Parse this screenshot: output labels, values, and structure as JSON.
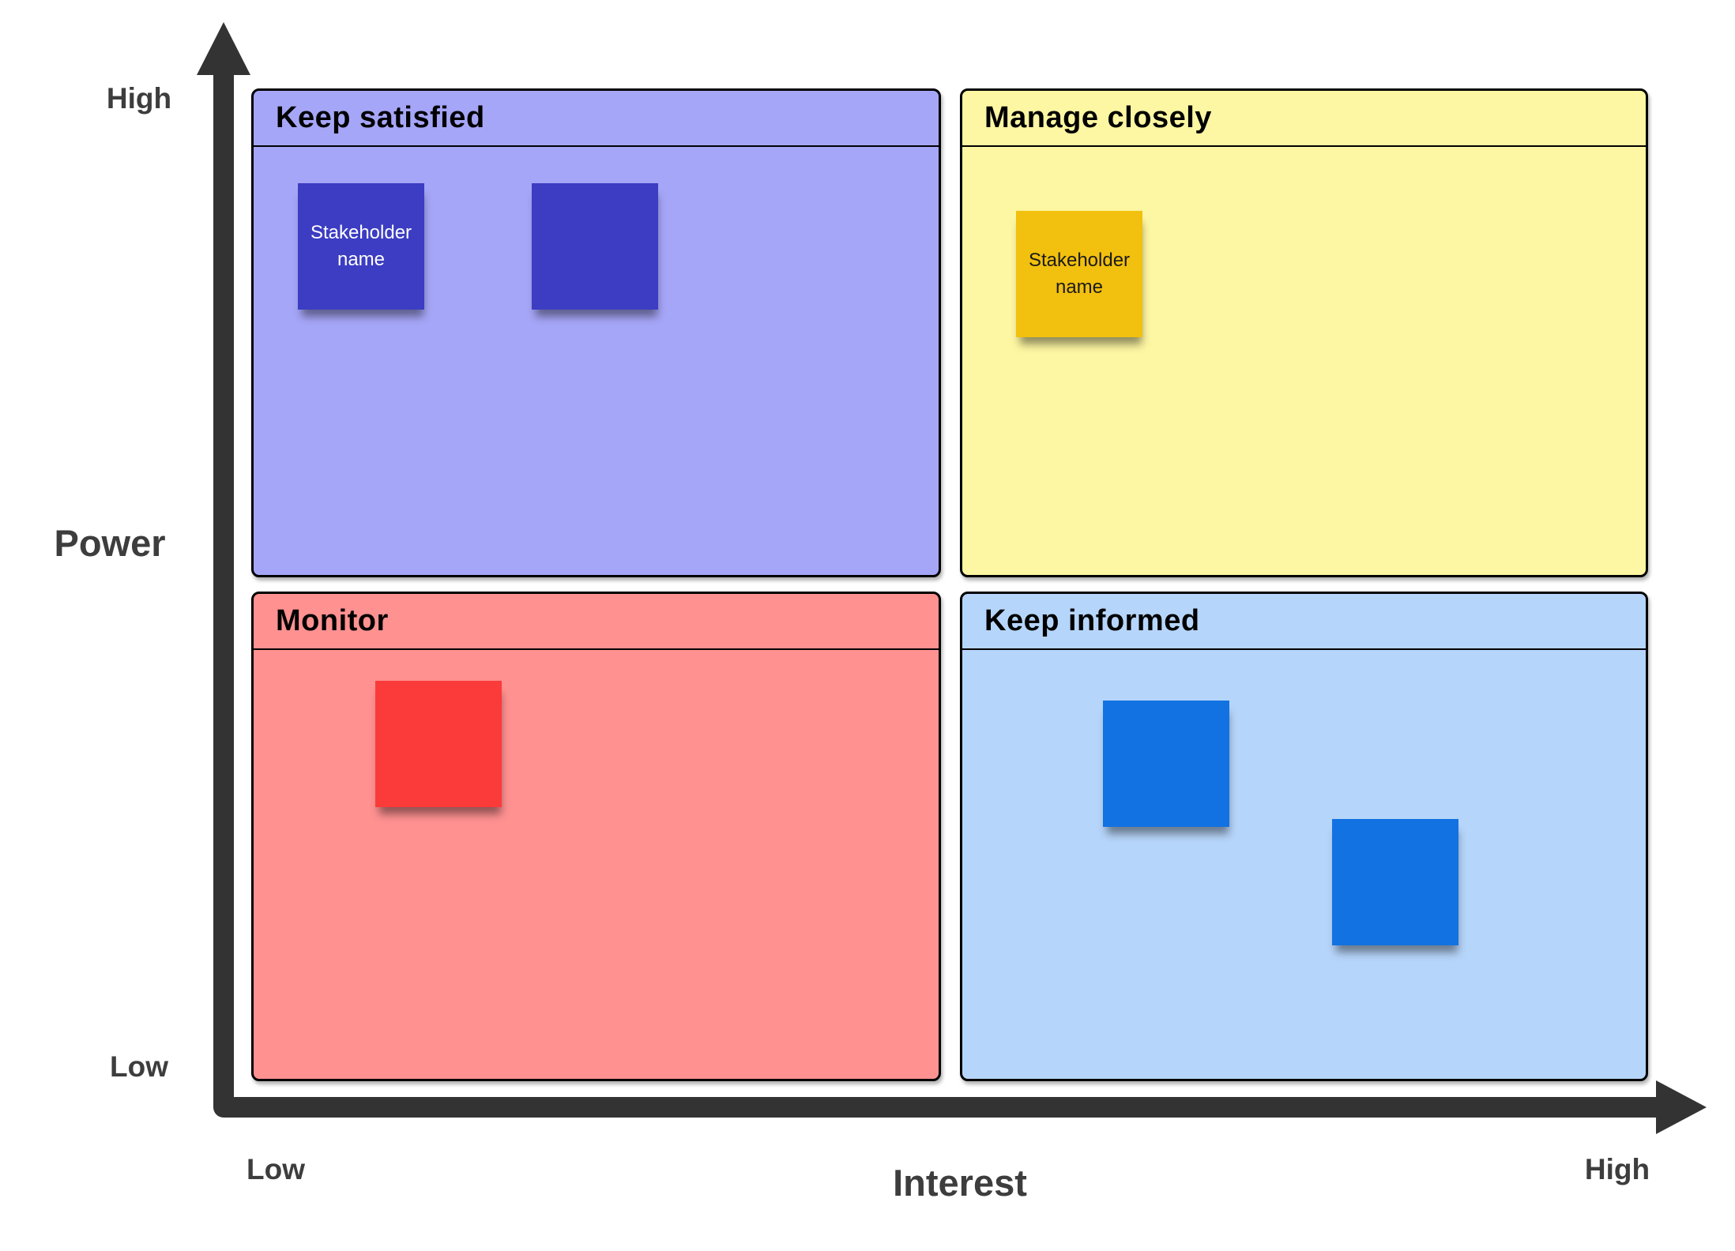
{
  "axes": {
    "power_label": "Power",
    "power_high": "High",
    "power_low": "Low",
    "interest_label": "Interest",
    "interest_low": "Low",
    "interest_high": "High"
  },
  "colors": {
    "axis": "#333333",
    "axis_label_text": "#3d3d3d",
    "panel_border": "#000000",
    "title_text": "#000000"
  },
  "quadrants": {
    "keep_satisfied": {
      "title": "Keep satisfied",
      "bg": "#A6A6F8",
      "note_color": "#3C3DC2"
    },
    "manage_closely": {
      "title": "Manage closely",
      "bg": "#FDF6A2",
      "note_color": "#F2C00E"
    },
    "monitor": {
      "title": "Monitor",
      "bg": "#FF9191",
      "note_color": "#FB3A3A"
    },
    "keep_informed": {
      "title": "Keep informed",
      "bg": "#B6D5FA",
      "note_color": "#1272E2"
    }
  },
  "notes": {
    "ks_note_1": {
      "text": "Stakeholder name",
      "color": "#3C3DC2",
      "text_color": "#FFFFFF"
    },
    "ks_note_2": {
      "text": "",
      "color": "#3C3DC2",
      "text_color": "#FFFFFF"
    },
    "mc_note_1": {
      "text": "Stakeholder name",
      "color": "#F2C00E",
      "text_color": "#1A1A1A"
    },
    "mo_note_1": {
      "text": "",
      "color": "#FB3A3A",
      "text_color": "#FFFFFF"
    },
    "ki_note_1": {
      "text": "",
      "color": "#1272E2",
      "text_color": "#FFFFFF"
    },
    "ki_note_2": {
      "text": "",
      "color": "#1272E2",
      "text_color": "#FFFFFF"
    }
  }
}
